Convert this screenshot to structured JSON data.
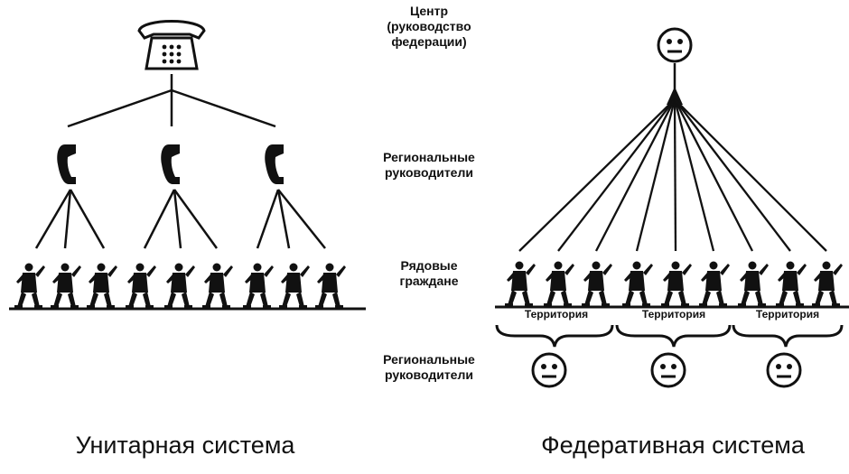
{
  "labels": {
    "center_line1": "Центр",
    "center_line2": "(руководство",
    "center_line3": "федерации)",
    "regional_line1": "Региональные",
    "regional_line2": "руководители",
    "citizens_line1": "Рядовые",
    "citizens_line2": "граждане",
    "regional2_line1": "Региональные",
    "regional2_line2": "руководители"
  },
  "territories": [
    "Территория",
    "Территория",
    "Территория"
  ],
  "captions": {
    "unitary": "Унитарная система",
    "federative": "Федеративная система"
  },
  "icons": {
    "phone": "desk-telephone-icon",
    "handset": "phone-handset-icon",
    "person": "walking-person-icon",
    "face": "neutral-face-icon"
  }
}
